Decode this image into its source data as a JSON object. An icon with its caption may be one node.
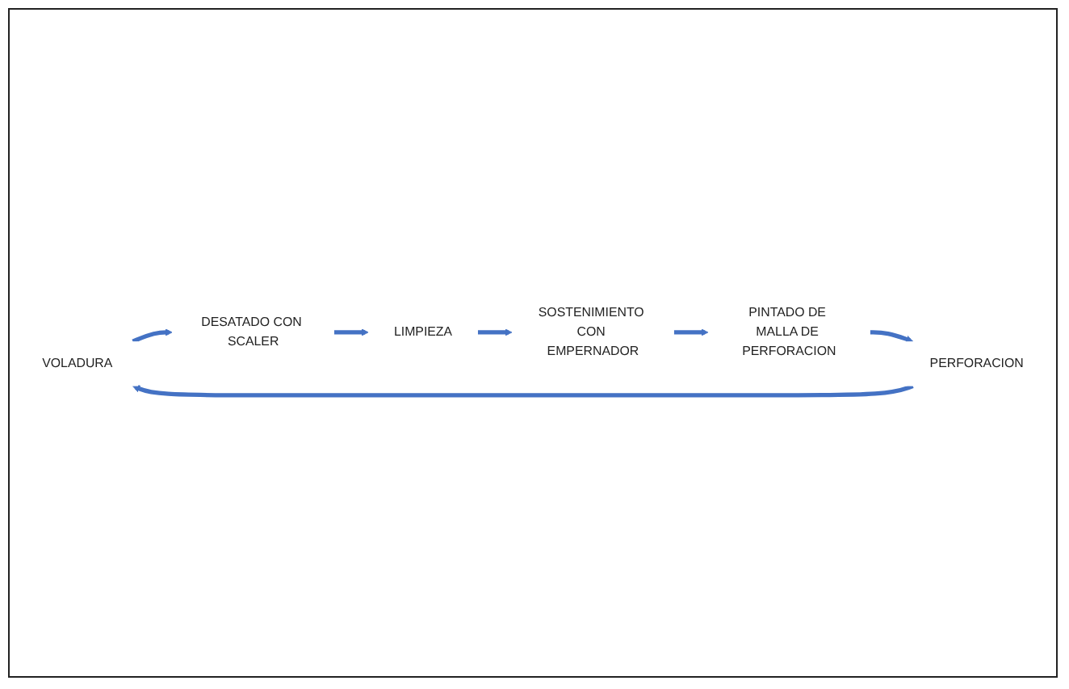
{
  "diagram": {
    "nodes": [
      {
        "text": [
          "VOLADURA"
        ]
      },
      {
        "text": [
          "DESATADO CON SCALER"
        ]
      },
      {
        "text": [
          "LIMPIEZA"
        ]
      },
      {
        "text": [
          "SOSTENIMIENTO CON EMPERNADOR"
        ]
      },
      {
        "text": [
          "PINTADO DE MALLA DE PERFORACION"
        ]
      },
      {
        "text": [
          "PERFORACION"
        ]
      }
    ],
    "edges": [
      {
        "from": 0,
        "to": 1,
        "arrow": "to"
      },
      {
        "from": 1,
        "to": 2,
        "arrow": "to"
      },
      {
        "from": 2,
        "to": 3,
        "arrow": "to"
      },
      {
        "from": 3,
        "to": 4,
        "arrow": "to"
      },
      {
        "from": 4,
        "to": 5,
        "arrow": "to"
      },
      {
        "from": 5,
        "to": 0,
        "arrow": "to"
      }
    ]
  }
}
